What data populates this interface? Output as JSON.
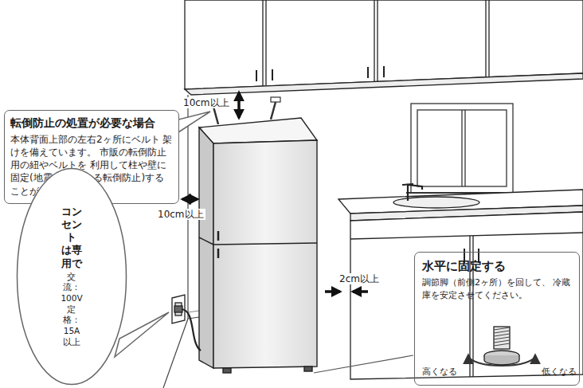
{
  "diagram": {
    "nodes": [
      {
        "text": [
          "転倒防止の処置が必要な場合",
          "本体背面上部の左右2ヶ所にベルト 架けを備えています。 市販の転倒防止用の紐やベルトを 利用して柱や壁に固定(地震などに よる転倒防止)することができます。"
        ]
      },
      {
        "text": [
          "コンセント は専用で",
          "交流：100V",
          "定格：15A以上"
        ]
      },
      {
        "text": [
          "水平に固定する",
          "調節脚（前側2ヶ所）を回して、 冷蔵庫を安定させてください。"
        ]
      }
    ],
    "labels": [
      "10cm以上",
      "10cm以上",
      "2cm以上",
      "高くなる",
      "低くなる"
    ]
  }
}
